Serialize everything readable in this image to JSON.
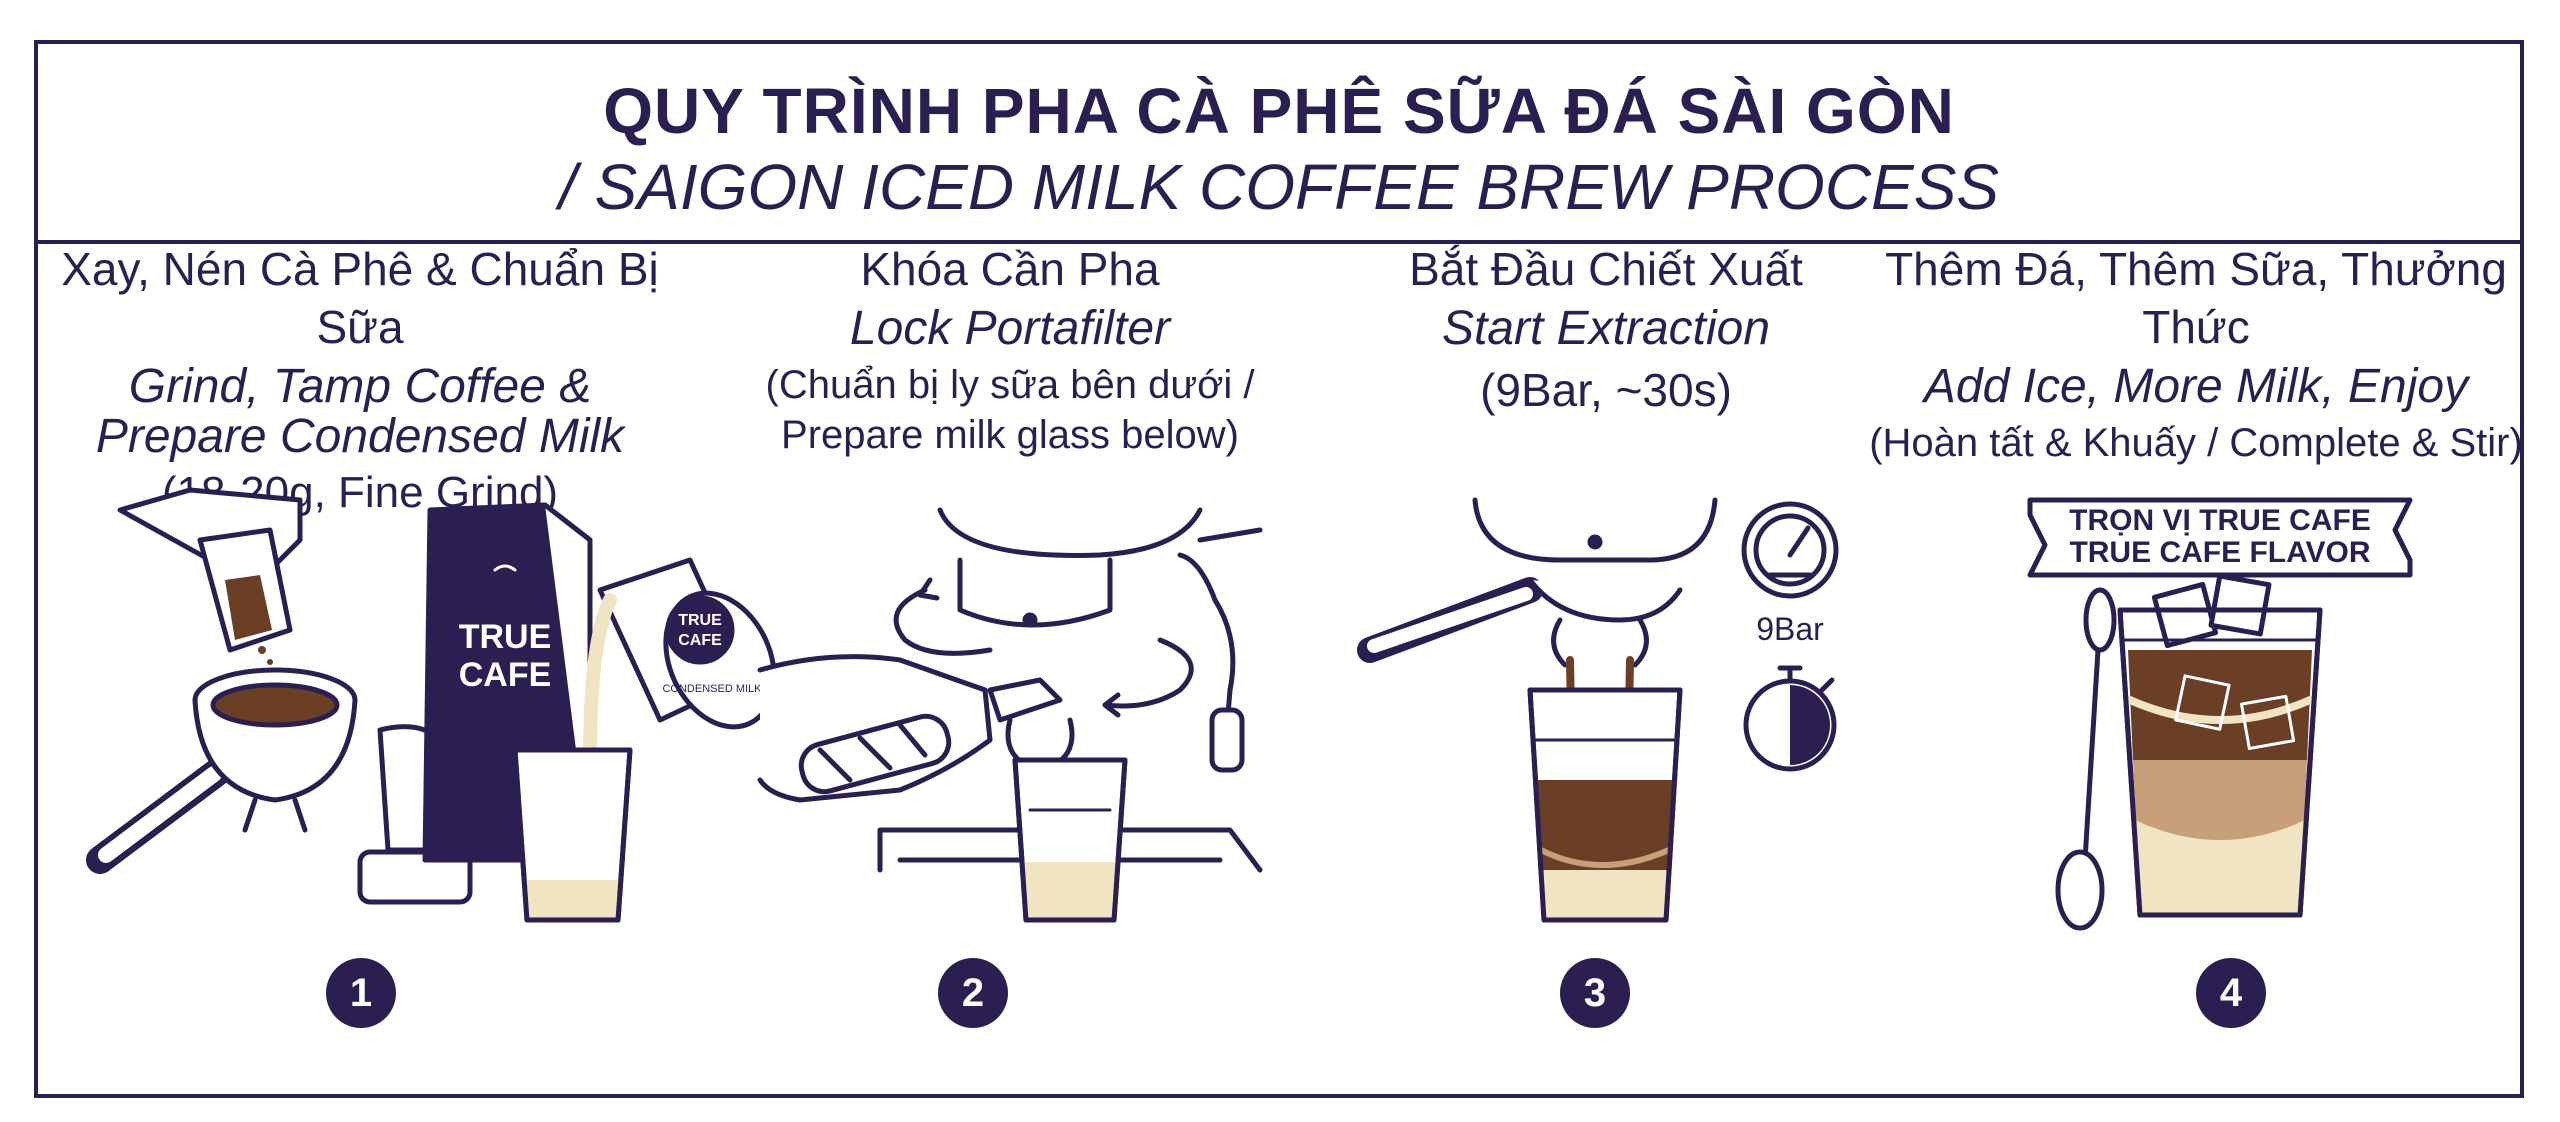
{
  "title": {
    "vi": "QUY TRÌNH PHA CÀ PHÊ SỮA ĐÁ SÀI GÒN",
    "en": "/ SAIGON ICED MILK COFFEE BREW PROCESS"
  },
  "steps": [
    {
      "number": "1",
      "title_vi": "Xay, Nén Cà Phê & Chuẩn Bị Sữa",
      "title_en_1": "Grind, Tamp Coffee &",
      "title_en_2": "Prepare Condensed Milk",
      "note": "(18-20g, Fine Grind)"
    },
    {
      "number": "2",
      "title_vi": "Khóa Cần Pha",
      "title_en": "Lock Portafilter",
      "note_1": "(Chuẩn bị ly sữa bên dưới /",
      "note_2": "Prepare milk glass below)"
    },
    {
      "number": "3",
      "title_vi": "Bắt Đầu Chiết Xuất",
      "title_en": "Start Extraction",
      "note": "(9Bar, ~30s)",
      "gauge_label": "9Bar"
    },
    {
      "number": "4",
      "title_vi": "Thêm Đá, Thêm Sữa, Thưởng Thức",
      "title_en": "Add Ice, More Milk, Enjoy",
      "note": "(Hoàn tất & Khuấy / Complete & Stir)",
      "banner_1": "TRỌN VỊ TRUE CAFE",
      "banner_2": "TRUE CAFE FLAVOR"
    }
  ],
  "bag_label_1": "TRUE",
  "bag_label_2": "CAFE",
  "can_label_1": "TRUE",
  "can_label_2": "CAFE",
  "can_label_3": "CONDENSED MILK",
  "colors": {
    "ink": "#2b1f52",
    "coffee": "#6b3e26",
    "milk": "#f1e4c3",
    "latte": "#c79f78"
  }
}
